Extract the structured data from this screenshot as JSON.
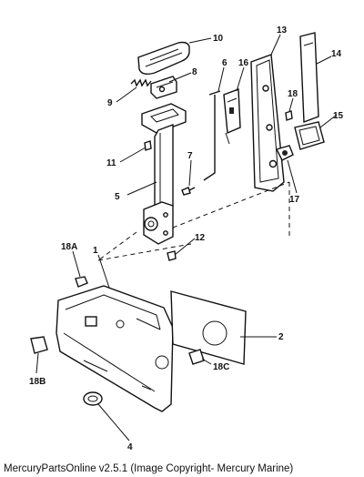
{
  "footer": {
    "caption": "MercuryPartsOnline v2.5.1 (Image Copyright- Mercury Marine)"
  },
  "callouts": {
    "c1": "1",
    "c2": "2",
    "c4": "4",
    "c5": "5",
    "c6": "6",
    "c7": "7",
    "c8": "8",
    "c9": "9",
    "c10": "10",
    "c11": "11",
    "c12": "12",
    "c13": "13",
    "c14": "14",
    "c15": "15",
    "c16": "16",
    "c17": "17",
    "c18": "18",
    "c18a": "18A",
    "c18b": "18B",
    "c18c": "18C"
  }
}
